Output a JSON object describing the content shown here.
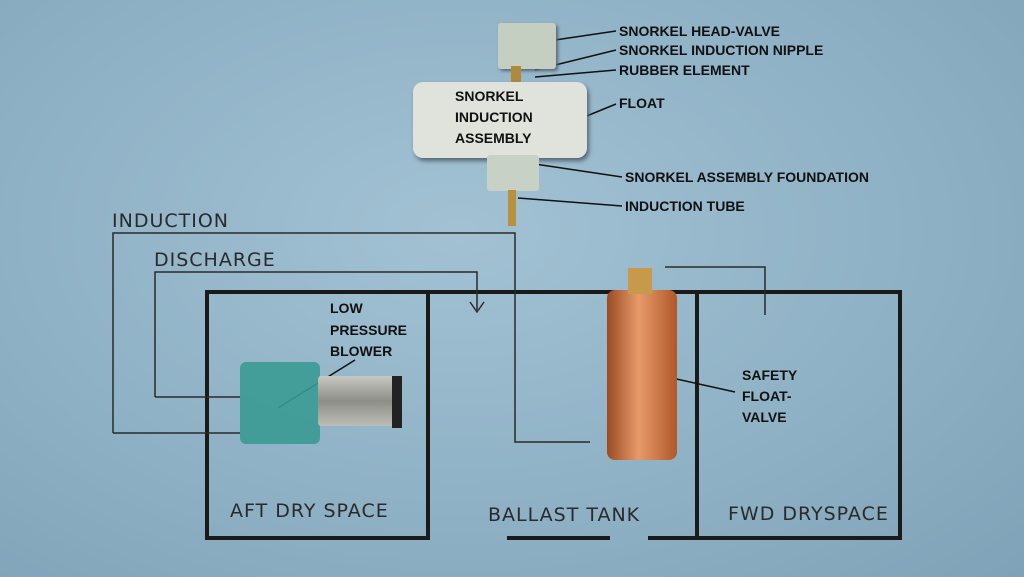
{
  "labels": {
    "head_valve": "SNORKEL HEAD-VALVE",
    "nipple": "SNORKEL INDUCTION NIPPLE",
    "rubber": "RUBBER ELEMENT",
    "float": "FLOAT",
    "assembly": [
      "SNORKEL",
      "INDUCTION",
      "ASSEMBLY"
    ],
    "foundation": "SNORKEL ASSEMBLY FOUNDATION",
    "induction_tube": "INDUCTION TUBE",
    "blower": [
      "LOW",
      "PRESSURE",
      "BLOWER"
    ],
    "safety": [
      "SAFETY",
      "FLOAT-",
      "VALVE"
    ]
  },
  "handwritten": {
    "induction": "INDUCTION",
    "discharge": "DISCHARGE",
    "aft": "AFT DRY SPACE",
    "ballast": "BALLAST TANK",
    "fwd": "FWD DRYSPACE"
  }
}
